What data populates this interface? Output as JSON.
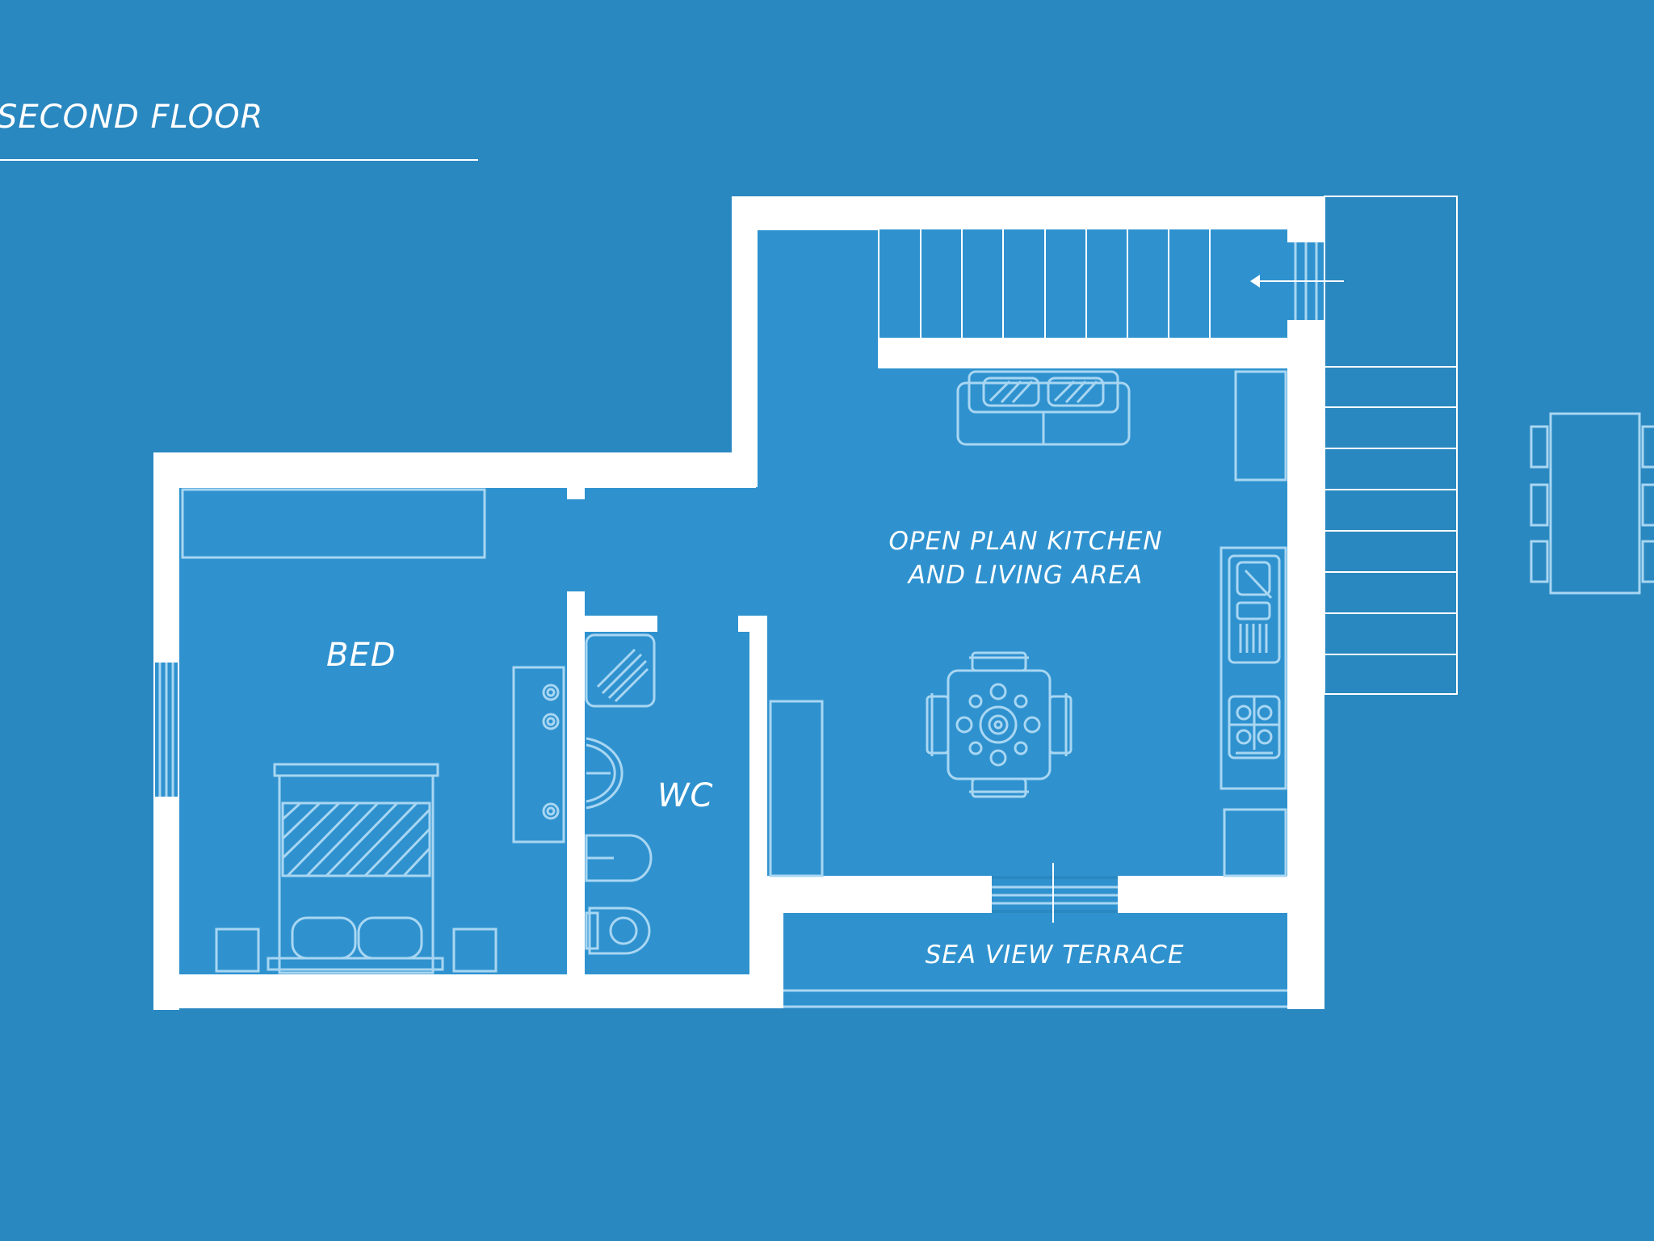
{
  "title": "SECOND FLOOR",
  "rooms": {
    "bed": "BED",
    "wc": "WC",
    "kitchen_line1": "OPEN PLAN KITCHEN",
    "kitchen_line2": "AND LIVING AREA",
    "terrace": "SEA VIEW TERRACE"
  },
  "colors": {
    "background": "#2a88c0",
    "room_fill": "#2f92cf",
    "wall": "#ffffff",
    "furniture_line": "#a8d6f2"
  }
}
